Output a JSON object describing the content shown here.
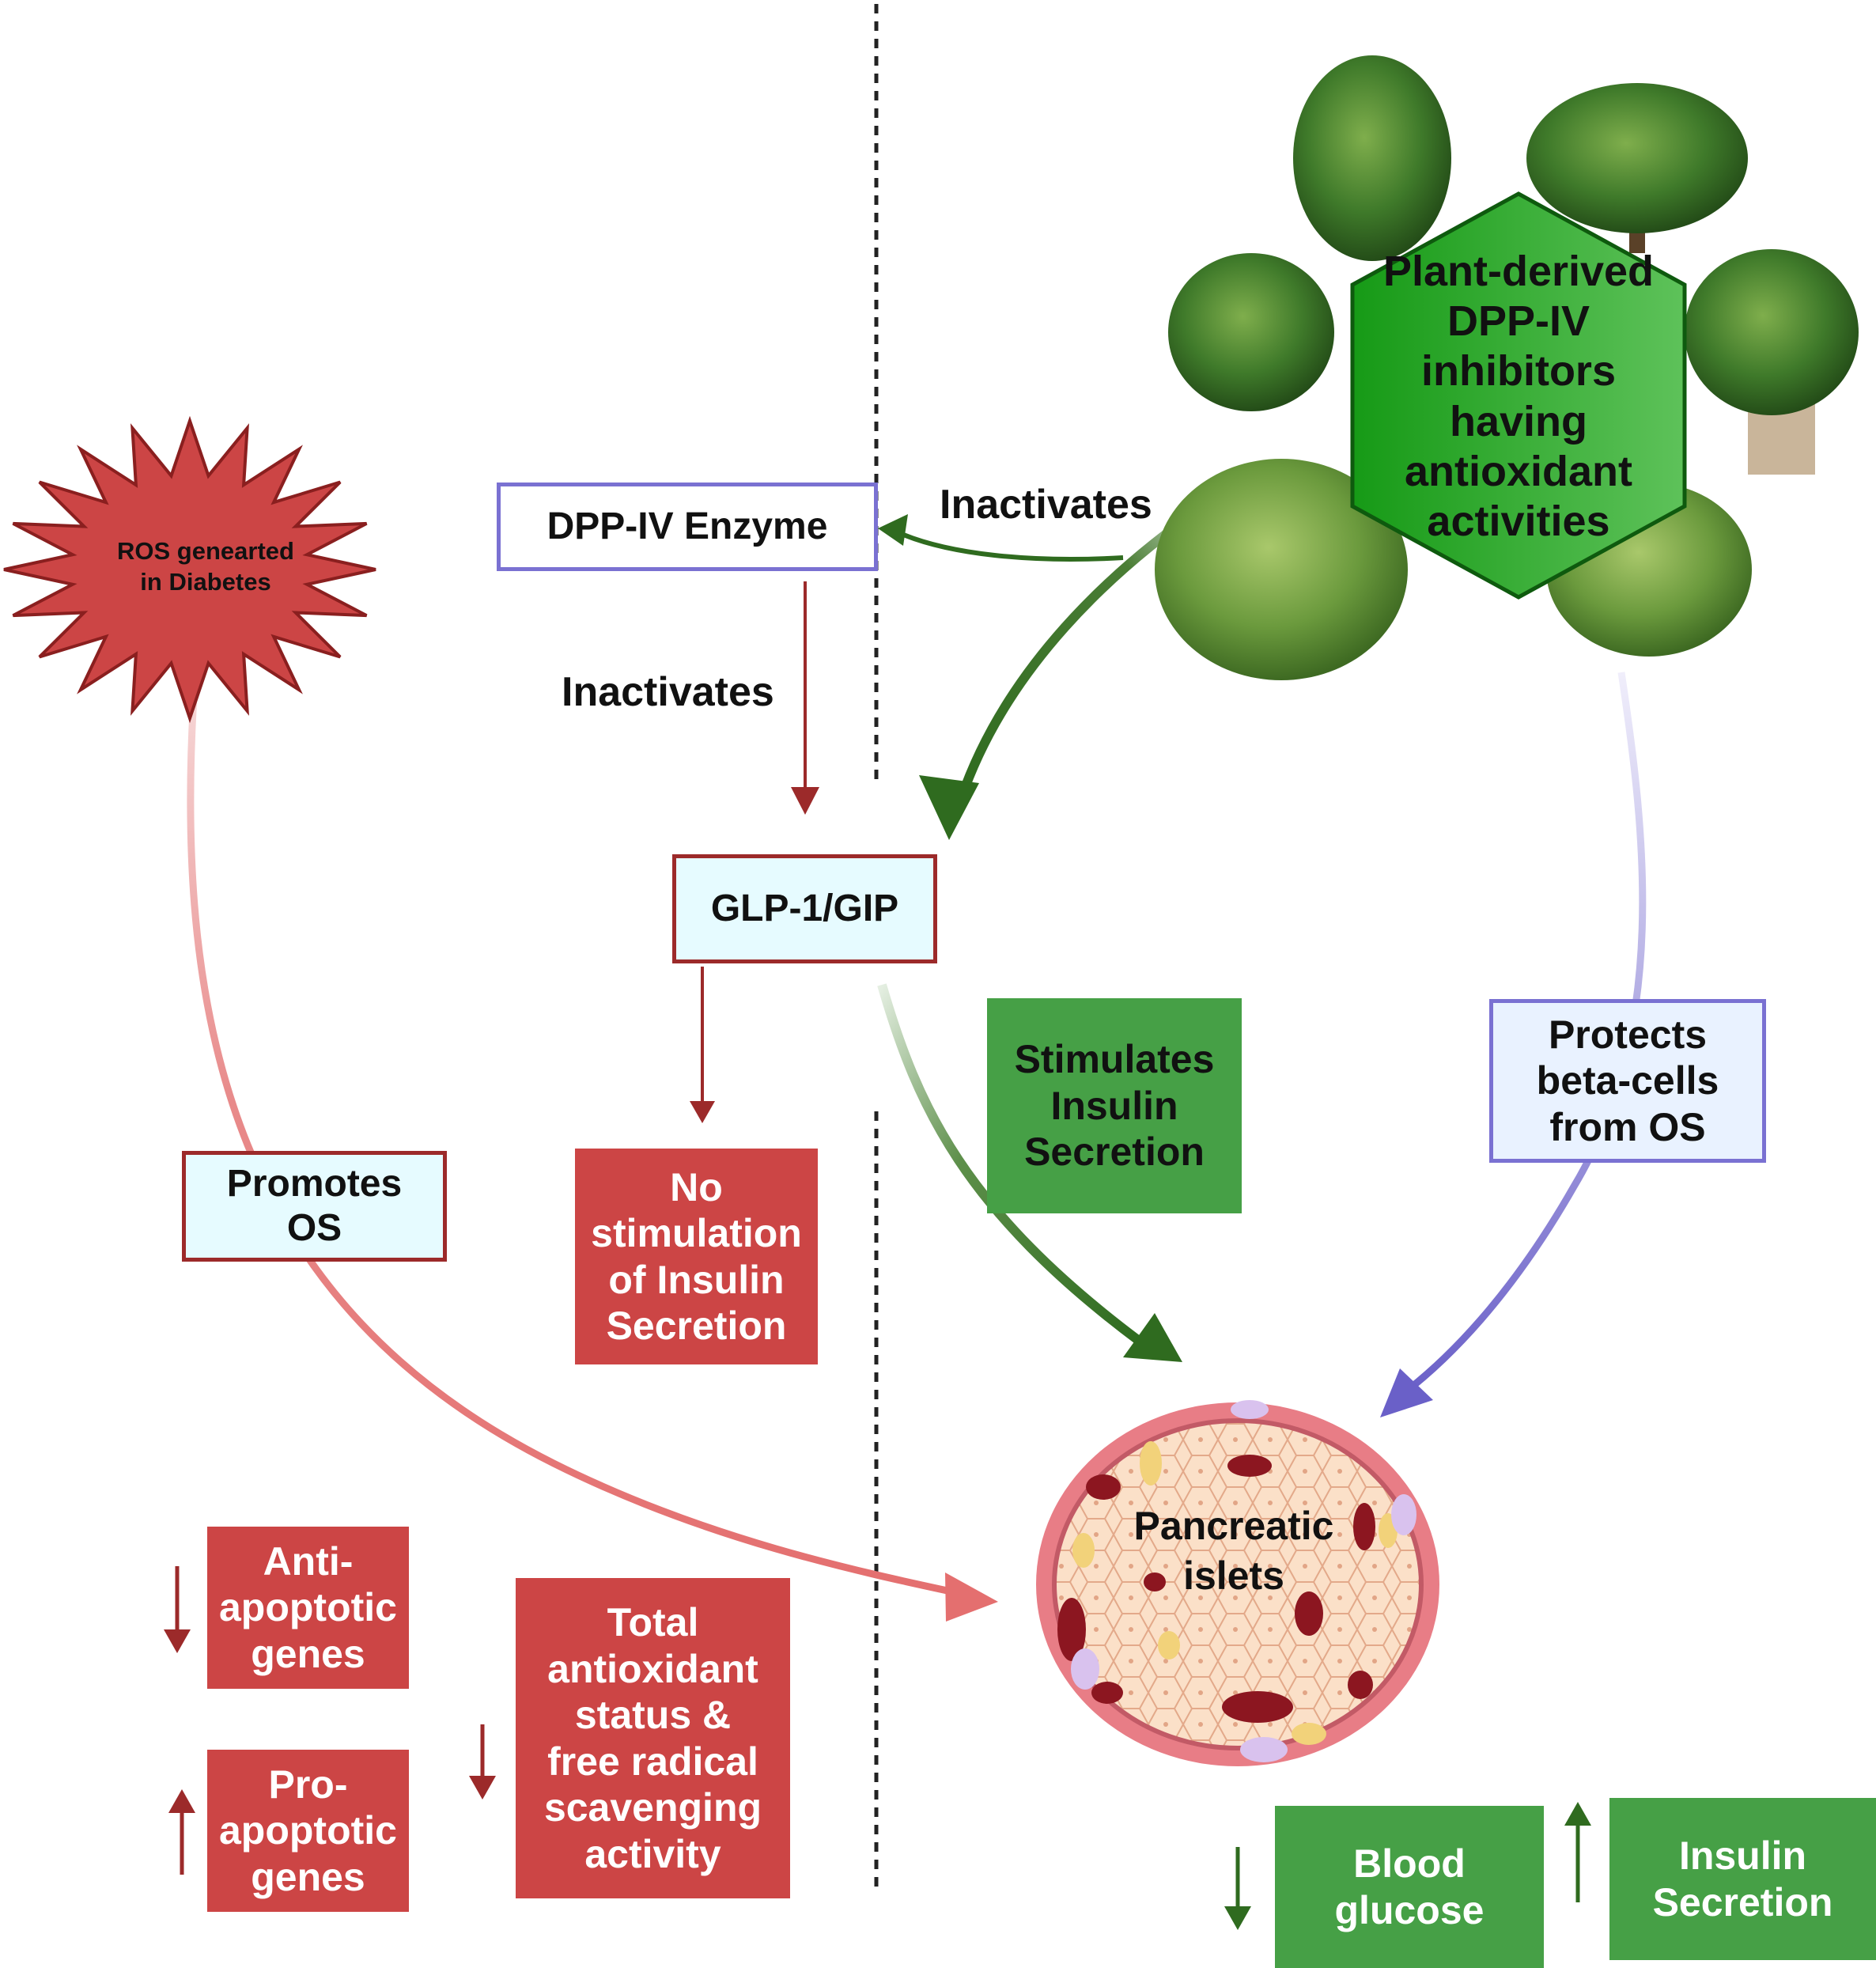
{
  "hexagon": {
    "text": "Plant-derived\nDPP-IV\ninhibitors\nhaving\nantioxidant\nactivities"
  },
  "ros": {
    "text": "ROS genearted\nin Diabetes"
  },
  "dpp_enzyme": {
    "text": "DPP-IV Enzyme"
  },
  "glp": {
    "text": "GLP-1/GIP"
  },
  "labels": {
    "inactivates_top": "Inactivates",
    "inactivates_mid": "Inactivates"
  },
  "stimulates": {
    "text": "Stimulates\nInsulin\nSecretion"
  },
  "protects": {
    "text": "Protects\nbeta-cells\nfrom OS"
  },
  "promotes": {
    "text": "Promotes\nOS"
  },
  "no_stimulation": {
    "text": "No\nstimulation\nof Insulin\nSecretion"
  },
  "anti_apoptotic": {
    "text": "Anti-\napoptotic\ngenes"
  },
  "pro_apoptotic": {
    "text": "Pro-\napoptotic\ngenes"
  },
  "total_antioxidant": {
    "text": "Total\nantioxidant\nstatus &\nfree radical\nscavenging\nactivity"
  },
  "islets": {
    "text": "Pancreatic\nislets"
  },
  "blood_glucose": {
    "text": "Blood\nglucose"
  },
  "insulin_secretion": {
    "text": "Insulin\nSecretion"
  },
  "colors": {
    "dark_red": "#9c2a2a",
    "red_box": "#cc4545",
    "green_box": "#46a046",
    "dark_green": "#2f6b1f",
    "lavender": "#7a71d2",
    "pink_curve": "#e88a8a"
  },
  "icons": [
    "ros-star-icon",
    "shrub-icon",
    "pancreatic-islet-icon",
    "up-arrow-icon",
    "down-arrow-icon"
  ]
}
